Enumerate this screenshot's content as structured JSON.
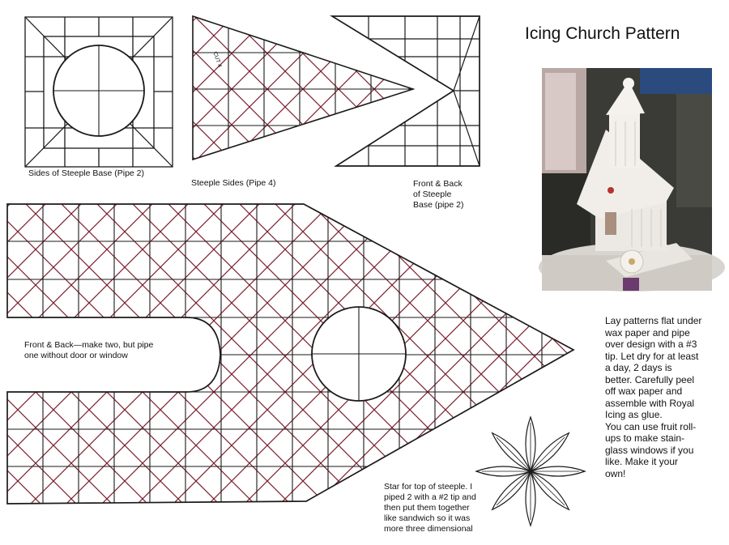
{
  "title": "Icing Church Pattern",
  "labels": {
    "steeple_base_sides": "Sides of Steeple Base (Pipe 2)",
    "steeple_sides": "Steeple Sides (Pipe 4)",
    "front_back_base_1": "Front & Back",
    "front_back_base_2": "of Steeple",
    "front_back_base_3": "Base (pipe 2)",
    "front_back_1": "Front & Back—make two, but pipe",
    "front_back_2": "one without door or window",
    "cut_mark": "CUT 4",
    "star_1": "Star for top of steeple.  I",
    "star_2": "piped 2 with a #2 tip and",
    "star_3": "then put them together",
    "star_4": "like sandwich so it was",
    "star_5": "more three dimensional"
  },
  "instructions": {
    "line1": "Lay patterns flat under",
    "line2": "wax paper and pipe",
    "line3": "over design with a #3",
    "line4": "tip.  Let dry for at least",
    "line5": "a day, 2 days is",
    "line6": "better.  Carefully peel",
    "line7": "off wax paper and",
    "line8": "assemble with Royal",
    "line9": "Icing as glue.",
    "line10": "You can use fruit roll-",
    "line11": "ups to make stain-",
    "line12": "glass windows if you",
    "line13": "like.  Make it your",
    "line14": "own!"
  },
  "colors": {
    "ink": "#1a1a1a",
    "lattice": "#7a1f2e",
    "photo_bg": "#3a3a36"
  }
}
